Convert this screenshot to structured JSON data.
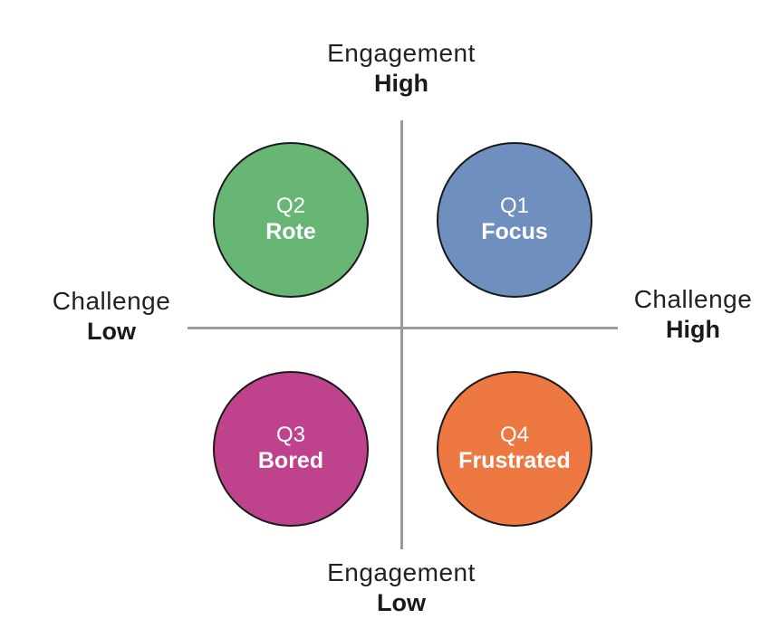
{
  "axes": {
    "top": {
      "title": "Engagement",
      "level": "High"
    },
    "bottom": {
      "title": "Engagement",
      "level": "Low"
    },
    "left": {
      "title": "Challenge",
      "level": "Low"
    },
    "right": {
      "title": "Challenge",
      "level": "High"
    }
  },
  "quadrants": {
    "q1": {
      "id": "Q1",
      "name": "Focus",
      "color": "#6f8fbf"
    },
    "q2": {
      "id": "Q2",
      "name": "Rote",
      "color": "#67b673"
    },
    "q3": {
      "id": "Q3",
      "name": "Bored",
      "color": "#bf438c"
    },
    "q4": {
      "id": "Q4",
      "name": "Frustrated",
      "color": "#ed7842"
    }
  },
  "axis_line_color": "#9a9a9a"
}
